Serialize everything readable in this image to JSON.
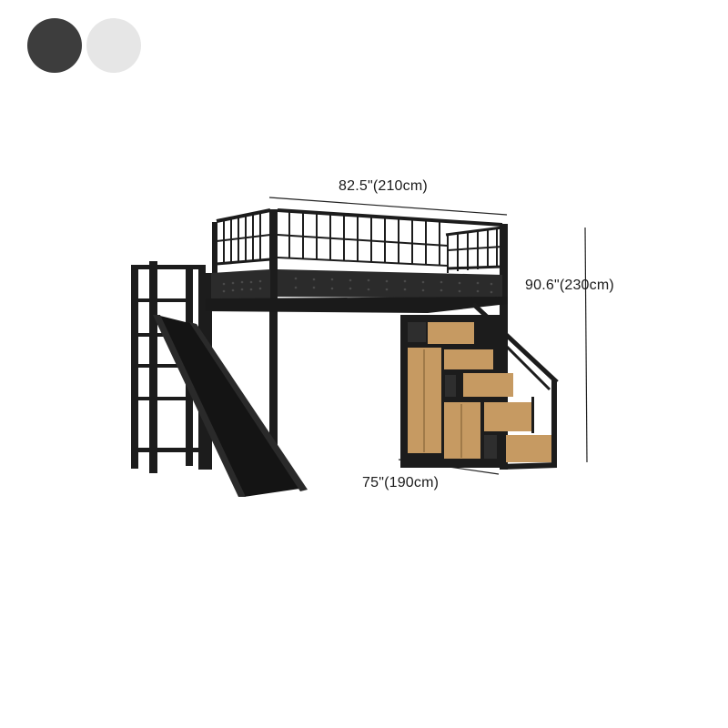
{
  "colors": {
    "background": "#ffffff",
    "frame": "#1c1c1c",
    "slide": "#141414",
    "wood": "#c69a62",
    "wood_dark": "#a87d48",
    "cabinet_gap": "#2a2a2a"
  },
  "color_options": [
    {
      "name": "black",
      "hex": "#3d3d3d",
      "selected": true
    },
    {
      "name": "white",
      "hex": "#e6e6e6",
      "selected": false
    }
  ],
  "dimensions": {
    "width": "82.5\"(210cm)",
    "height": "90.6\"(230cm)",
    "depth": "75\"(190cm)"
  }
}
